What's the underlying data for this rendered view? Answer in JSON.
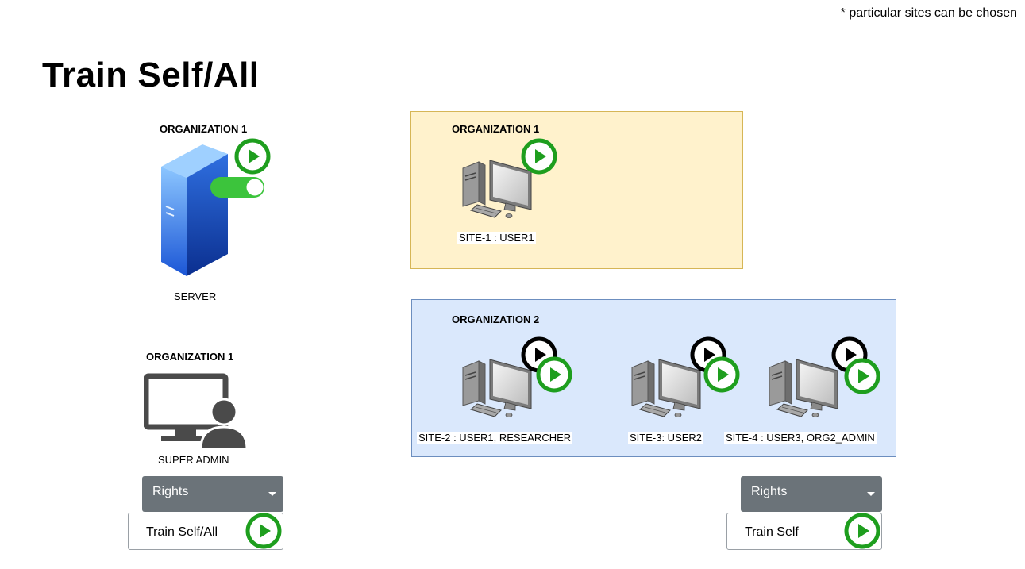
{
  "note": "* particular sites can be chosen",
  "title": "Train Self/All",
  "server": {
    "org_label": "ORGANIZATION 1",
    "caption": "SERVER",
    "colors": {
      "front": "#4a86e8",
      "side": "#0a3fa8",
      "top": "#7fb6f5"
    }
  },
  "super_admin": {
    "org_label": "ORGANIZATION 1",
    "caption": "SUPER ADMIN",
    "rights_label": "Rights",
    "action_label": "Train Self/All"
  },
  "org1_group": {
    "org_label": "ORGANIZATION 1",
    "sites": [
      {
        "caption": "SITE-1 : USER1"
      }
    ]
  },
  "org2_group": {
    "org_label": "ORGANIZATION 2",
    "sites": [
      {
        "caption": "SITE-2 : USER1, RESEARCHER"
      },
      {
        "caption": "SITE-3: USER2"
      },
      {
        "caption": "SITE-4 : USER3, ORG2_ADMIN"
      }
    ]
  },
  "site_controls": {
    "rights_label": "Rights",
    "action_label": "Train Self"
  },
  "colors": {
    "play_green": "#1e9e1e",
    "play_black": "#000000",
    "toggle_green": "#3cc43c",
    "dropdown_bg": "#6b7379",
    "org1_fill": "#fff2cc",
    "org2_fill": "#dae8fc"
  },
  "icons": [
    "play-circle-icon",
    "toggle-switch-icon",
    "server-icon",
    "desktop-computer-icon",
    "admin-monitor-icon",
    "caret-down-icon"
  ]
}
